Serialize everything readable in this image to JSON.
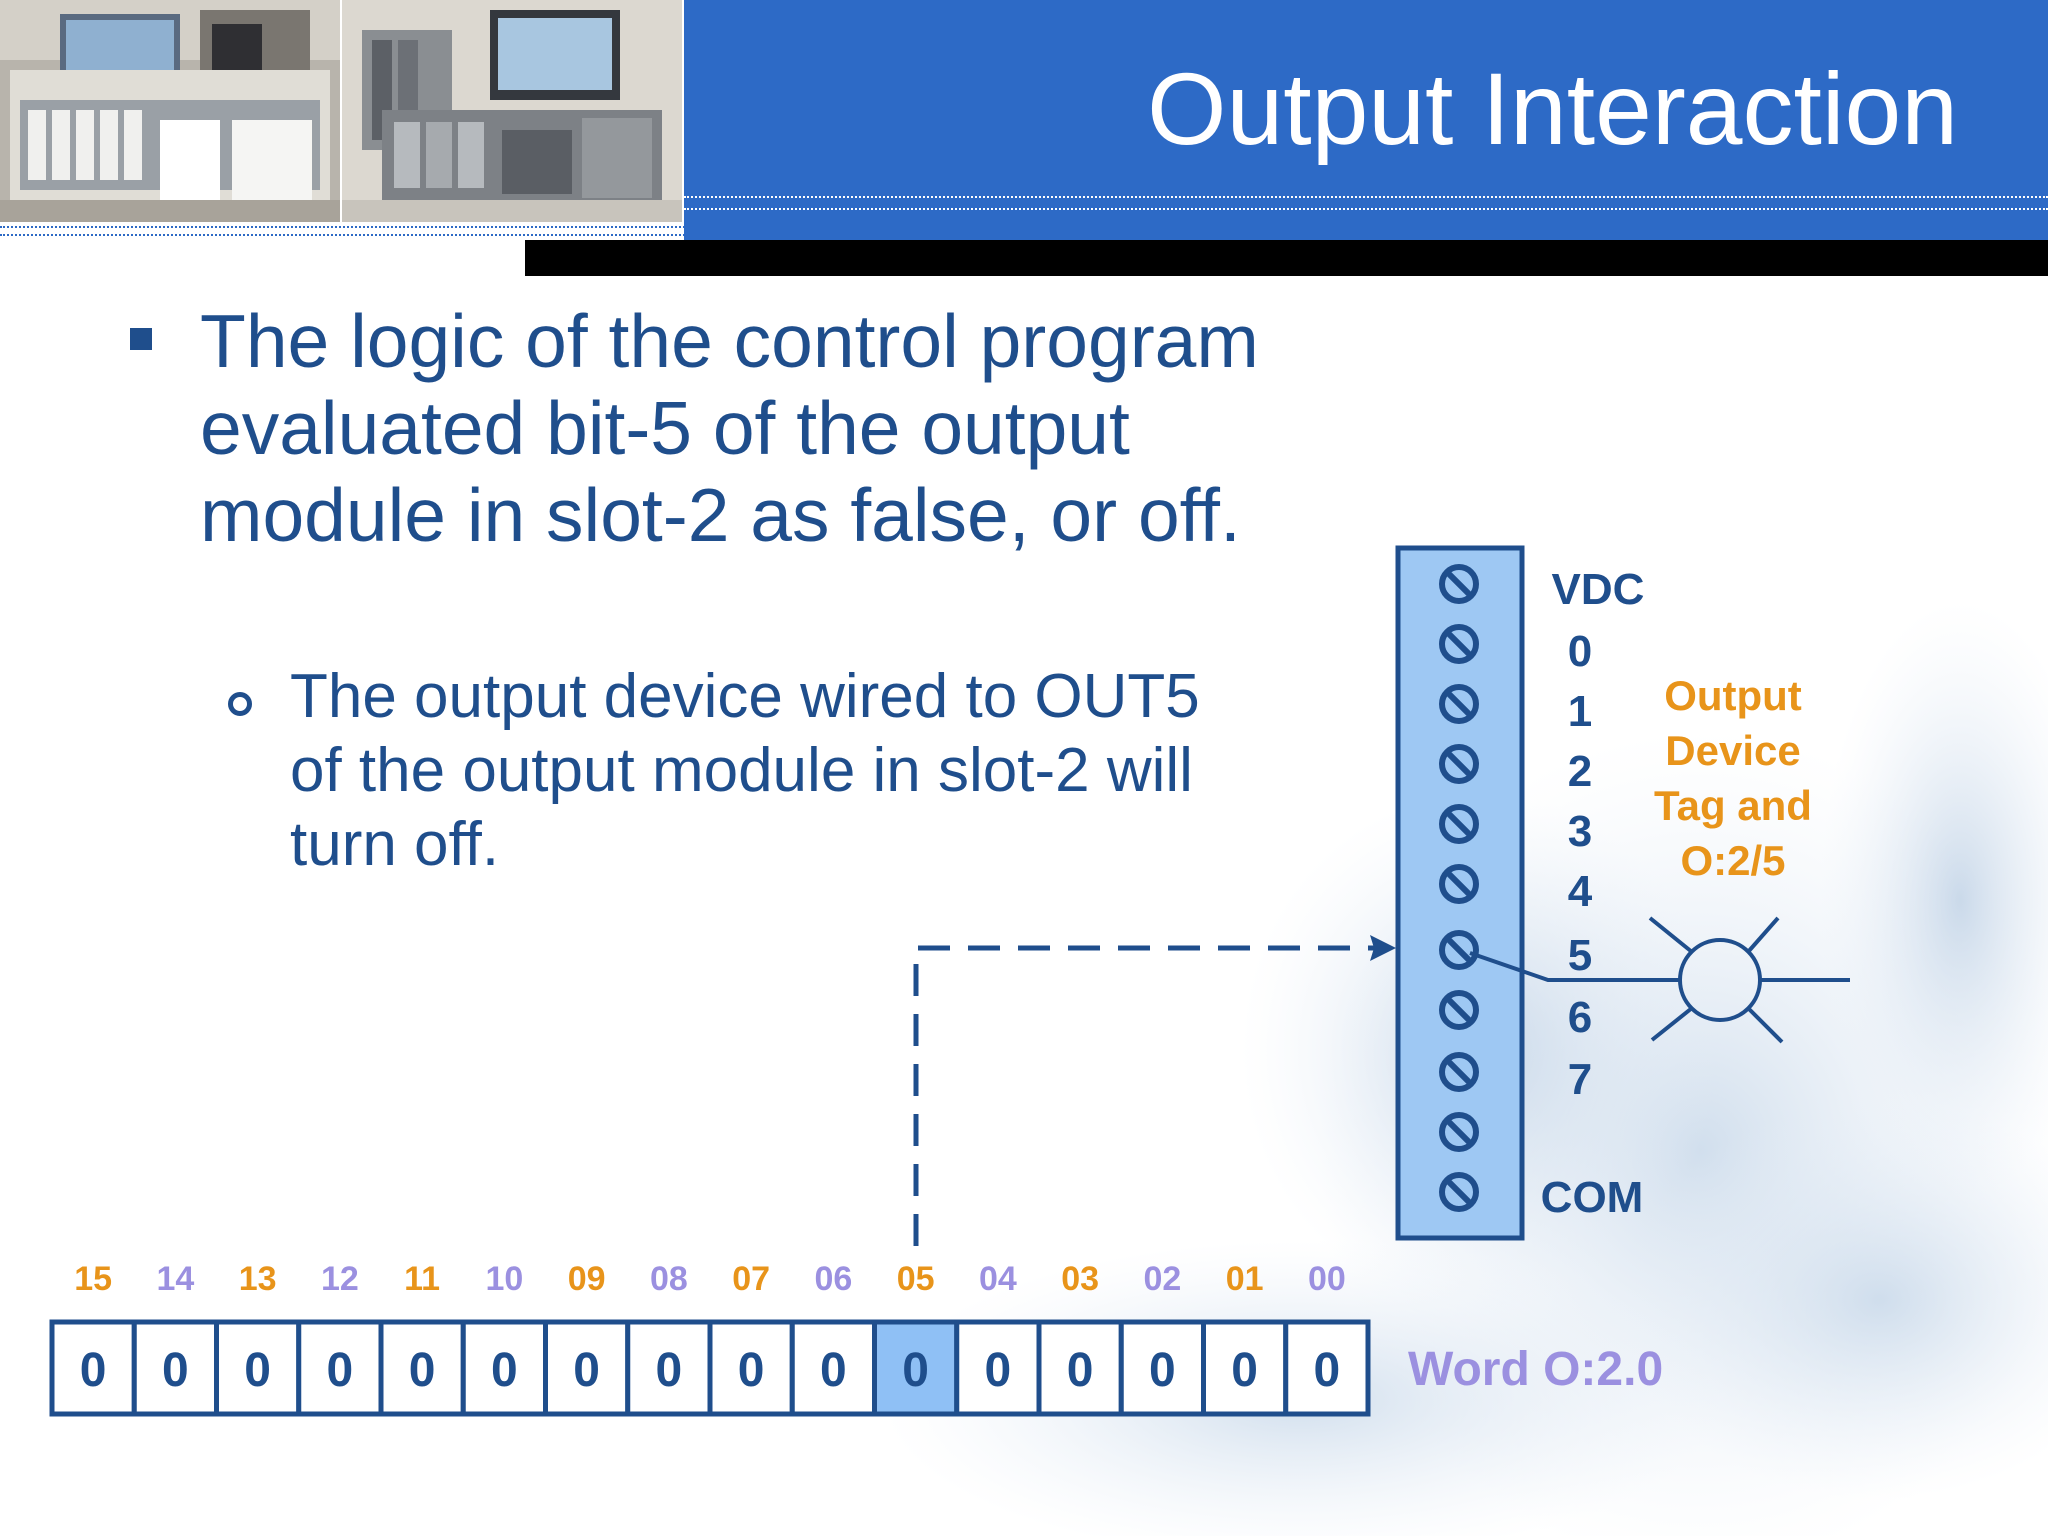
{
  "slide": {
    "title": "Output Interaction",
    "bullet_main": "The logic of the control program evaluated bit-5 of the output module in slot-2 as false, or off.",
    "bullet_sub": "The output device wired to OUT5 of the output module in slot-2 will turn off."
  },
  "terminal_block": {
    "labels": [
      "VDC",
      "0",
      "1",
      "2",
      "3",
      "4",
      "5",
      "6",
      "7",
      "COM"
    ]
  },
  "output_device": {
    "label_lines": [
      "Output",
      "Device",
      "Tag and",
      "O:2/5"
    ]
  },
  "word": {
    "name": "Word O:2.0",
    "bit_numbers": [
      "15",
      "14",
      "13",
      "12",
      "11",
      "10",
      "09",
      "08",
      "07",
      "06",
      "05",
      "04",
      "03",
      "02",
      "01",
      "00"
    ],
    "bit_values": [
      "0",
      "0",
      "0",
      "0",
      "0",
      "0",
      "0",
      "0",
      "0",
      "0",
      "0",
      "0",
      "0",
      "0",
      "0",
      "0"
    ],
    "highlighted_bit": "05"
  },
  "colors": {
    "header_blue": "#2d6ac6",
    "text_blue": "#1f4e8c",
    "orange": "#e8941a",
    "lavender": "#9b90e0",
    "highlight_blue": "#8fc0f5"
  },
  "icons": {
    "terminal_screw": "screw-terminal-icon",
    "output_device": "lamp-icon"
  }
}
